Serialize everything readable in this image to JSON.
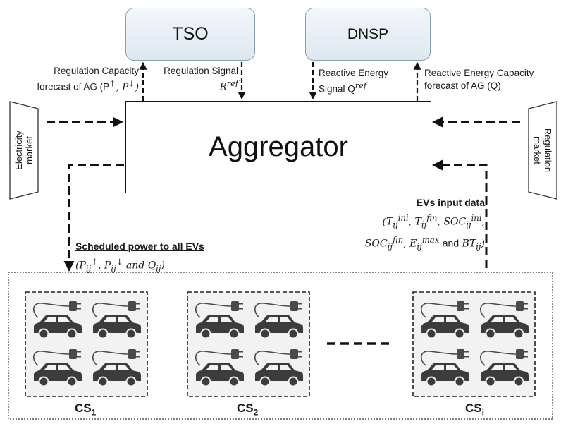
{
  "nodes": {
    "tso": "TSO",
    "dnsp": "DNSP",
    "aggregator": "Aggregator",
    "electricity_market": [
      "Electricity",
      "market"
    ],
    "regulation_market": [
      "Regulation",
      "market"
    ]
  },
  "labels": {
    "reg_capacity_line1": "Regulation Capacity",
    "reg_capacity_line2": "forecast of AG (P",
    "reg_signal_line1": "Regulation Signal",
    "reg_signal_line2": "R",
    "reactive_signal_line1": "Reactive Energy",
    "reactive_signal_line2": "Signal Q",
    "reactive_capacity_line1": "Reactive Energy  Capacity",
    "reactive_capacity_line2": "forecast of AG (Q)",
    "evs_input_title": "EVs input data",
    "scheduled_title": "Scheduled power to all EVs"
  },
  "stations": [
    {
      "name": "CS",
      "sub": "1"
    },
    {
      "name": "CS",
      "sub": "2"
    },
    {
      "name": "CS",
      "sub": "i"
    }
  ],
  "colors": {
    "station_bg": "#f2f2f2",
    "car": "#3c3c3c",
    "plug": "#4a4a4a",
    "tso_fill": "#e6ecf3",
    "tso_border": "#8aa0b8"
  },
  "icons": {
    "ev": "car-icon",
    "charger": "plug-icon"
  }
}
